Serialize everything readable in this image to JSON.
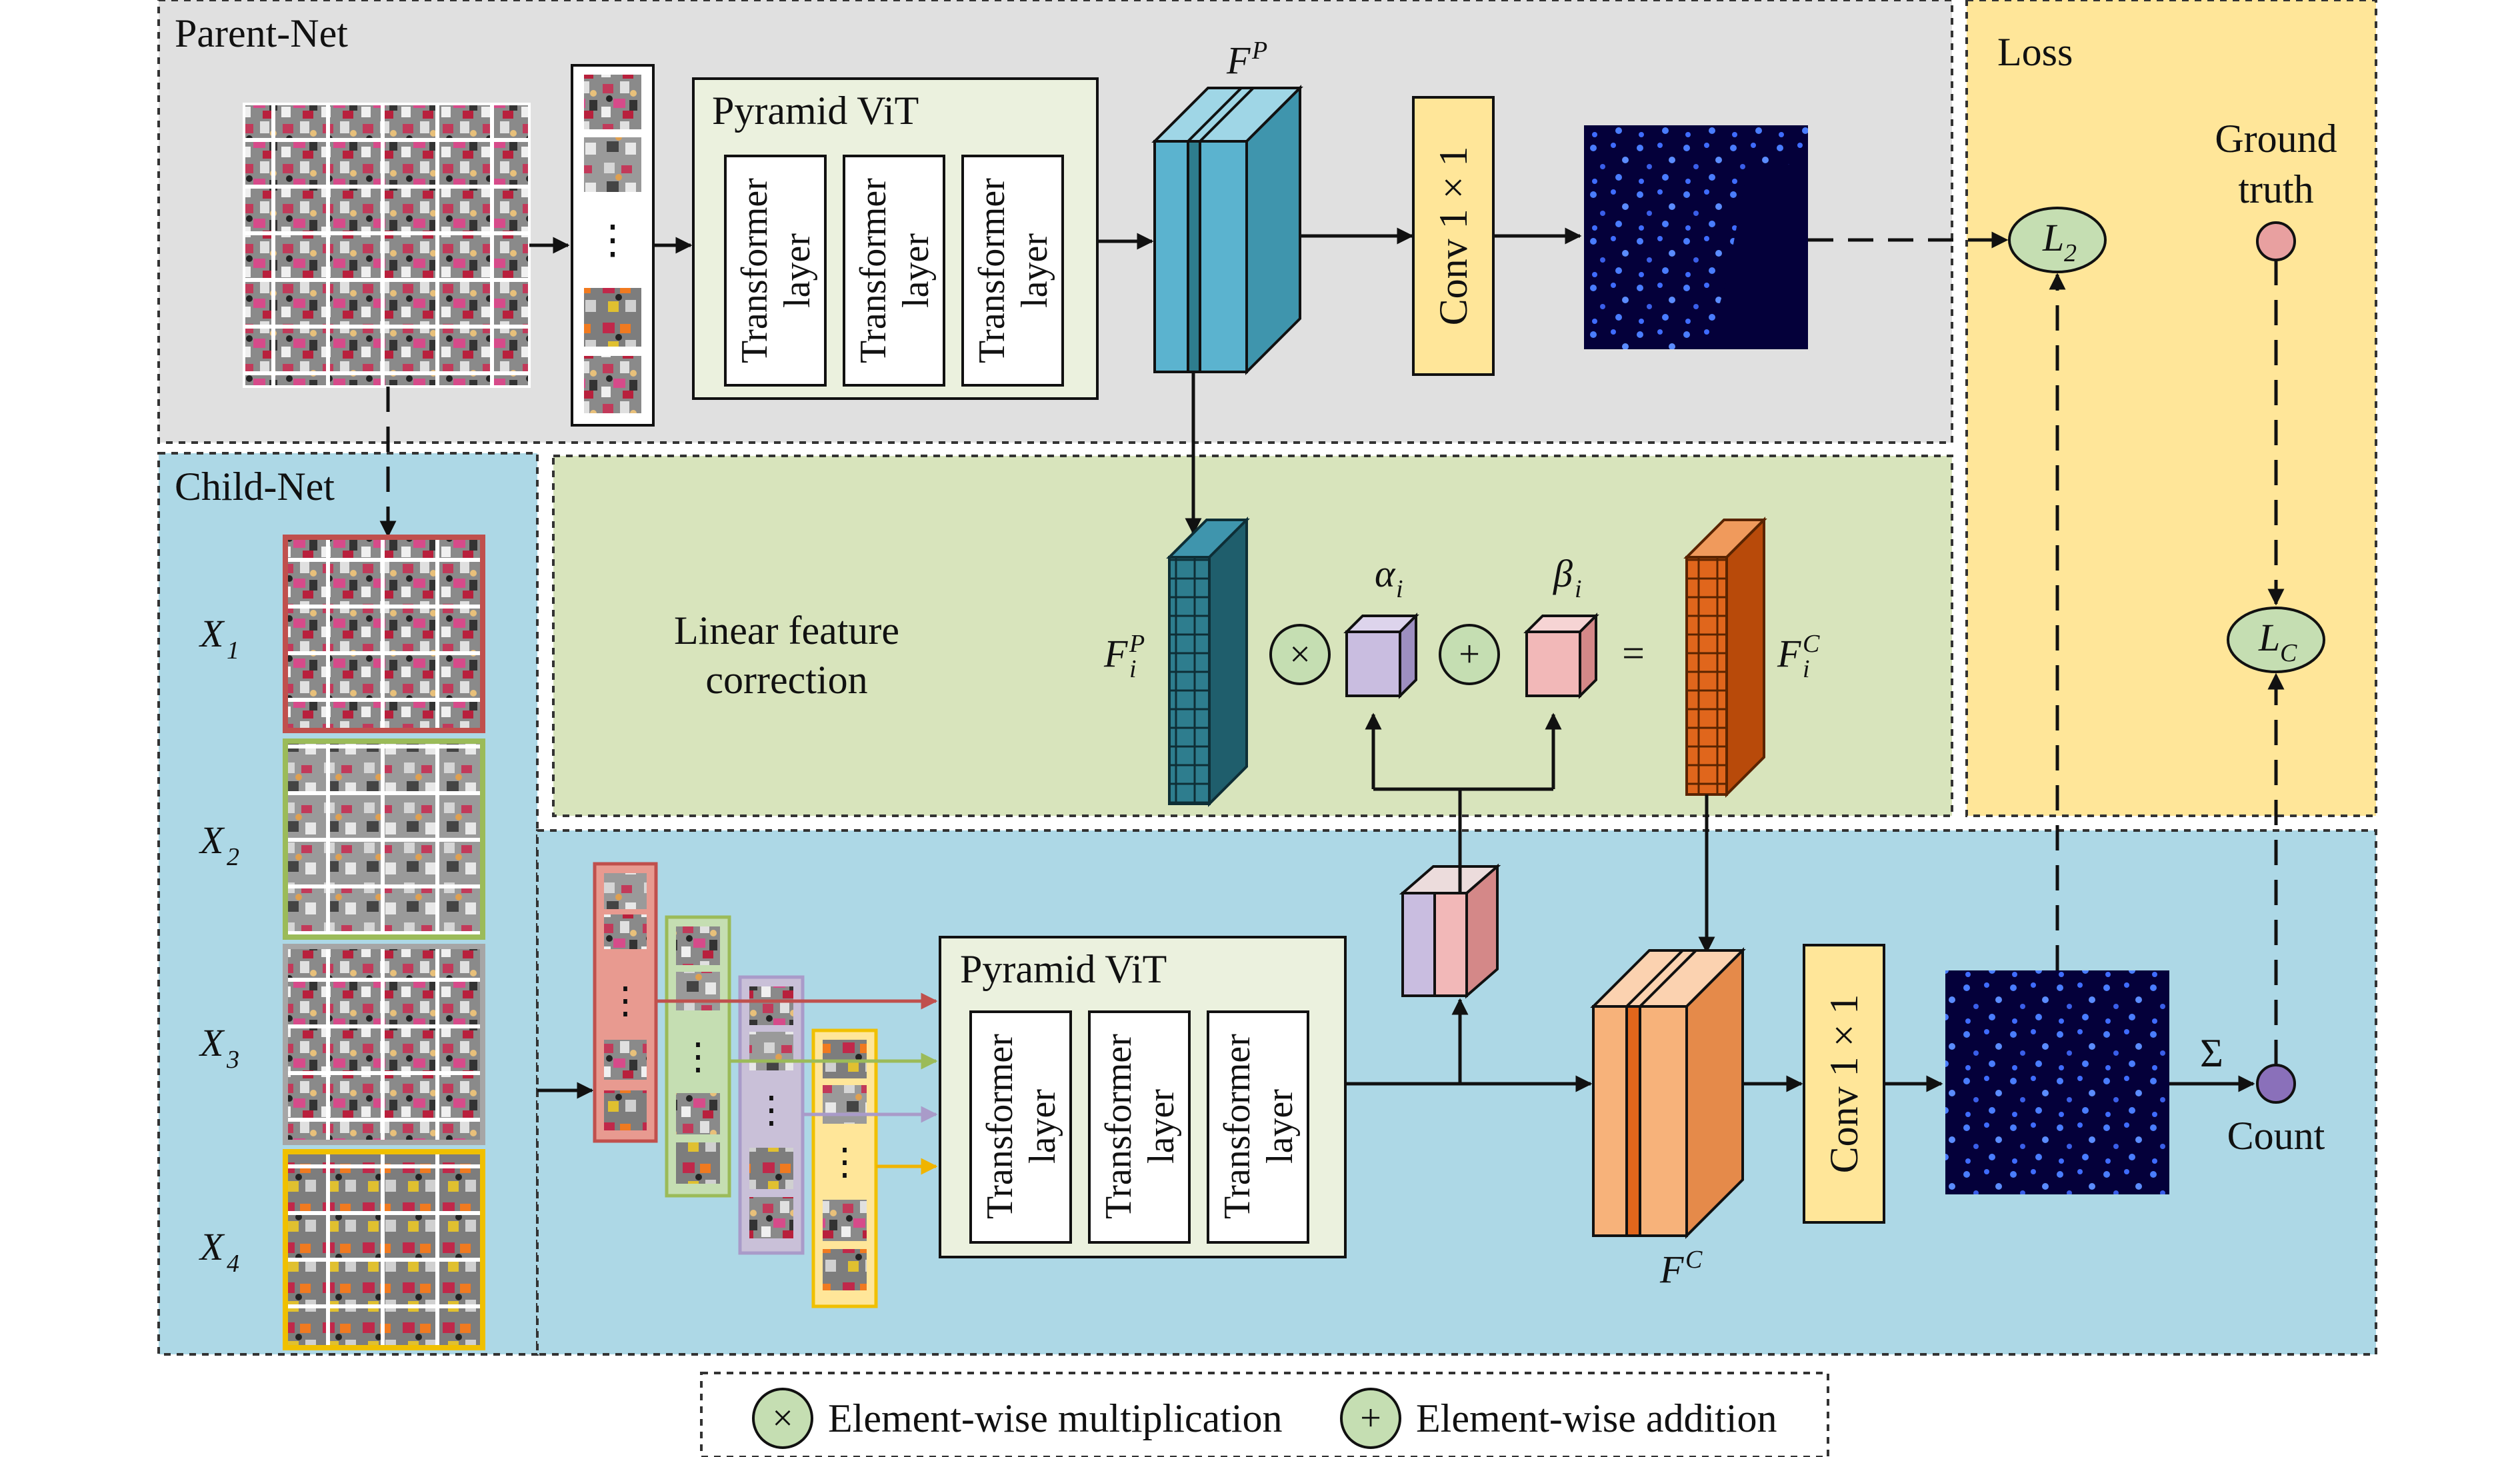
{
  "panels": {
    "parent_net": "Parent-Net",
    "child_net": "Child-Net",
    "loss": "Loss",
    "linear_feature_correction": [
      "Linear feature",
      "correction"
    ]
  },
  "blocks": {
    "pyramid_vit_top": "Pyramid ViT",
    "pyramid_vit_bottom": "Pyramid ViT",
    "transformer_layer": [
      "Transformer",
      "layer"
    ],
    "conv_top": "Conv 1 × 1",
    "conv_bottom": "Conv 1 × 1"
  },
  "labels": {
    "fp": "F",
    "fp_sup": "P",
    "fip": "F",
    "fip_sub": "i",
    "fip_sup": "P",
    "fic": "F",
    "fic_sub": "i",
    "fic_sup": "C",
    "fc": "F",
    "fc_sup": "C",
    "alpha": "α",
    "alpha_sub": "i",
    "beta": "β",
    "beta_sub": "i",
    "equals": "=",
    "ground_truth": [
      "Ground",
      "truth"
    ],
    "l2": "L",
    "l2_sub": "2",
    "lc": "L",
    "lc_sub": "C",
    "sigma": "Σ",
    "count": "Count",
    "ellipsis": "⋮",
    "times_symbol": "×",
    "plus_symbol": "+",
    "x_inputs": [
      {
        "main": "X",
        "sub": "1"
      },
      {
        "main": "X",
        "sub": "2"
      },
      {
        "main": "X",
        "sub": "3"
      },
      {
        "main": "X",
        "sub": "4"
      }
    ]
  },
  "legend": {
    "mult": "Element-wise multiplication",
    "add": "Element-wise addition"
  },
  "colors": {
    "parent_bg": "#e0e0e0",
    "child_bg": "#add8e6",
    "lfc_bg": "#d8e4bc",
    "loss_bg": "#ffe699",
    "vit_bg": "#ebf1de",
    "conv_bg": "#ffe699",
    "fp_face": "#5bb3cf",
    "fc_face": "#f7b27a",
    "fip_face": "#2e7d8e",
    "fic_face": "#e0661c",
    "alpha_face": "#c9bde0",
    "beta_face": "#f2b8b8",
    "l_node": "#c5deb2",
    "gt_node": "#e8a0a0",
    "count_node": "#8a70ba",
    "x1_border": "#c0504d",
    "x2_border": "#9bbb59",
    "x3_border": "#a6a6a6",
    "x4_border": "#f0c000"
  }
}
